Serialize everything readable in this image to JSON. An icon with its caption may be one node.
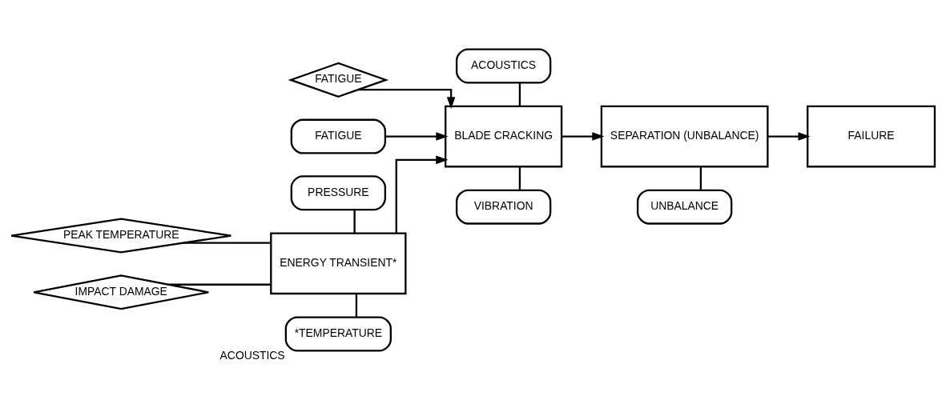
{
  "diagram": {
    "nodes": [
      {
        "text": [
          "PEAK TEMPERATURE"
        ]
      },
      {
        "text": [
          "IMPACT DAMAGE"
        ]
      },
      {
        "text": [
          "PRESSURE"
        ]
      },
      {
        "text": [
          "ENERGY TRANSIENT*"
        ]
      },
      {
        "text": [
          "*TEMPERATURE"
        ],
        "beside": [
          "ACOUSTICS"
        ]
      },
      {
        "text": [
          "FATIGUE"
        ]
      },
      {
        "text": [
          "FATIGUE"
        ]
      },
      {
        "text": [
          "ACOUSTICS"
        ]
      },
      {
        "text": [
          "BLADE CRACKING"
        ]
      },
      {
        "text": [
          "VIBRATION"
        ]
      },
      {
        "text": [
          "SEPARATION (UNBALANCE)"
        ]
      },
      {
        "text": [
          "UNBALANCE"
        ]
      },
      {
        "text": [
          "FAILURE"
        ]
      }
    ],
    "edges": [
      {
        "from": 0,
        "to": 3,
        "arrow": "none"
      },
      {
        "from": 1,
        "to": 3,
        "arrow": "none"
      },
      {
        "from": 2,
        "to": 3,
        "arrow": "none"
      },
      {
        "from": 3,
        "to": 4,
        "arrow": "none"
      },
      {
        "from": 3,
        "to": 8,
        "arrow": "to"
      },
      {
        "from": 5,
        "to": 8,
        "arrow": "to"
      },
      {
        "from": 6,
        "to": 8,
        "arrow": "to"
      },
      {
        "from": 7,
        "to": 8,
        "arrow": "none"
      },
      {
        "from": 8,
        "to": 9,
        "arrow": "none"
      },
      {
        "from": 8,
        "to": 10,
        "arrow": "to"
      },
      {
        "from": 10,
        "to": 11,
        "arrow": "none"
      },
      {
        "from": 10,
        "to": 12,
        "arrow": "to"
      }
    ]
  }
}
